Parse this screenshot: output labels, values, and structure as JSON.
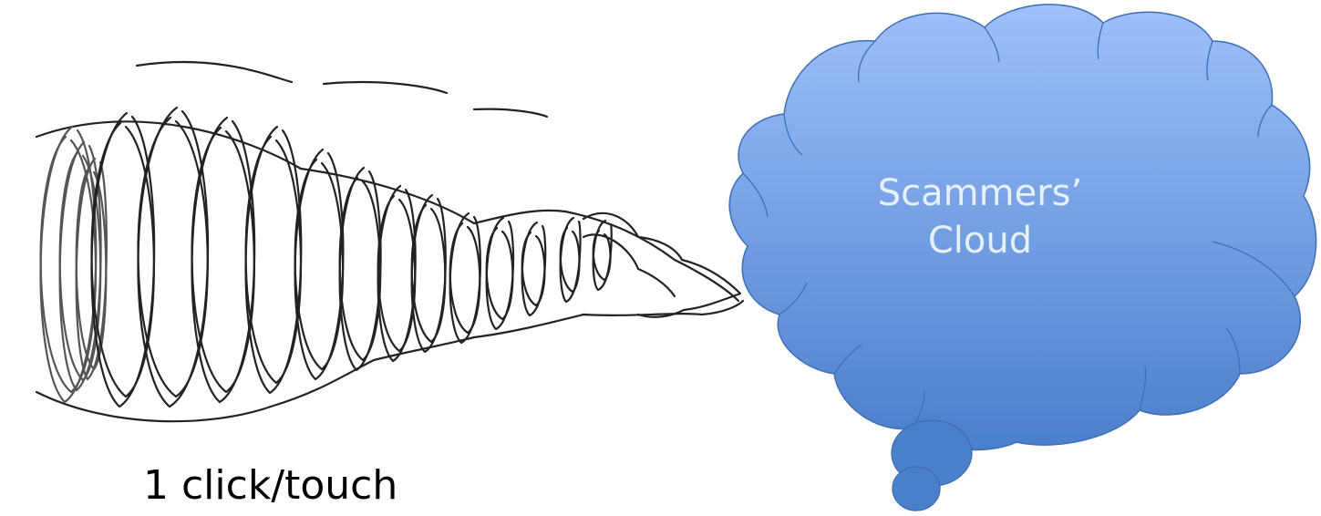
{
  "cloud": {
    "line1": "Scammers’",
    "line2": "Cloud",
    "fill_top": "#9ec0fb",
    "fill_bottom": "#4a7fcc",
    "stroke": "#3f6eb5"
  },
  "tornado": {
    "stroke": "#222222"
  },
  "caption": {
    "text": "1 click/touch"
  }
}
